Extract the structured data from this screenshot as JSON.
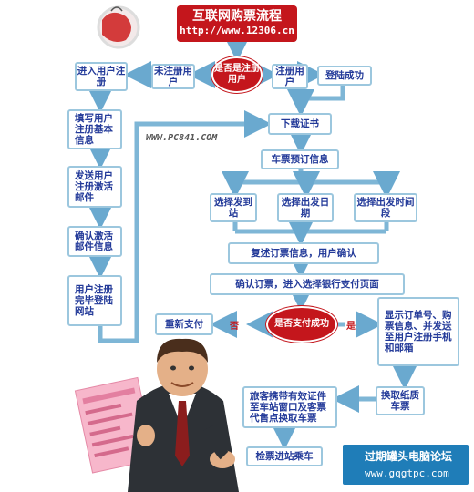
{
  "title": "互联网购票流程",
  "url": "http://www.12306.cn",
  "watermark_url": "WWW.PC841.COM",
  "decision_registered": "是否是注册用户",
  "unregistered": "未注册用户",
  "registered": "注册用户",
  "login_success": "登陆成功",
  "enter_register": "进入用户注册",
  "fill_info": "填写用户注册基本信息",
  "send_mail": "发送用户注册激活邮件",
  "confirm_mail": "确认激活邮件信息",
  "register_done": "用户注册完毕登陆网站",
  "download_cert": "下载证书",
  "ticket_booking": "车票预订信息",
  "choose_station": "选择发到站",
  "choose_date": "选择出发日期",
  "choose_time": "选择出发时间段",
  "review_info": "复述订票信息，用户确认",
  "confirm_order": "确认订票，进入选择银行支付页面",
  "decision_pay": "是否支付成功",
  "no": "否",
  "yes": "是",
  "repay": "重新支付",
  "show_order": "显示订单号、购票信息、并发送至用户注册手机和邮箱",
  "exchange_paper": "换取纸质车票",
  "passenger_exchange": "旅客携带有效证件至车站窗口及客票代售点换取车票",
  "board": "检票进站乘车",
  "badge_name": "过期罐头电脑论坛",
  "badge_url": "www.gqgtpc.com",
  "colors": {
    "red": "#c4161c",
    "blue_border": "#9cc7de",
    "arrow": "#7eb6d6",
    "text_blue": "#233a99",
    "badge": "#1f7db8"
  }
}
